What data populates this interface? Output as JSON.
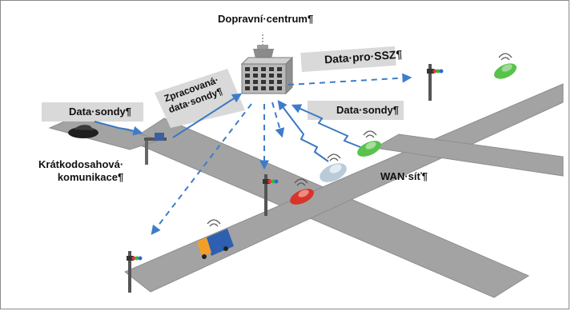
{
  "labels": {
    "traffic_center": "Dopravní·centrum¶",
    "data_ssz": "Data·pro·SSZ¶",
    "processed_line1": "Zpracovaná·",
    "processed_line2": "data·sondy¶",
    "probe_data_left": "Data·sondy¶",
    "probe_data_right": "Data·sondy¶",
    "short_range_line1": "Krátkodosahová·",
    "short_range_line2": "komunikace¶",
    "wan": "WAN·síť¶"
  },
  "colors": {
    "road": "#a3a3a3",
    "road_edge": "#8e8e8e",
    "panel": "#d9d9d9",
    "link_blue": "#3a78c4",
    "dashed_blue": "#3d7cc9",
    "car_green": "#58c24a",
    "car_red": "#d8342a",
    "car_gray": "#b9cbd9",
    "truck_blue": "#2f5fb0",
    "truck_orange": "#f0a02a"
  },
  "icons": [
    "building-icon",
    "antenna-icon",
    "traffic-light-icon",
    "car-icon",
    "truck-icon",
    "roadside-unit-icon",
    "signal-waves-icon"
  ]
}
